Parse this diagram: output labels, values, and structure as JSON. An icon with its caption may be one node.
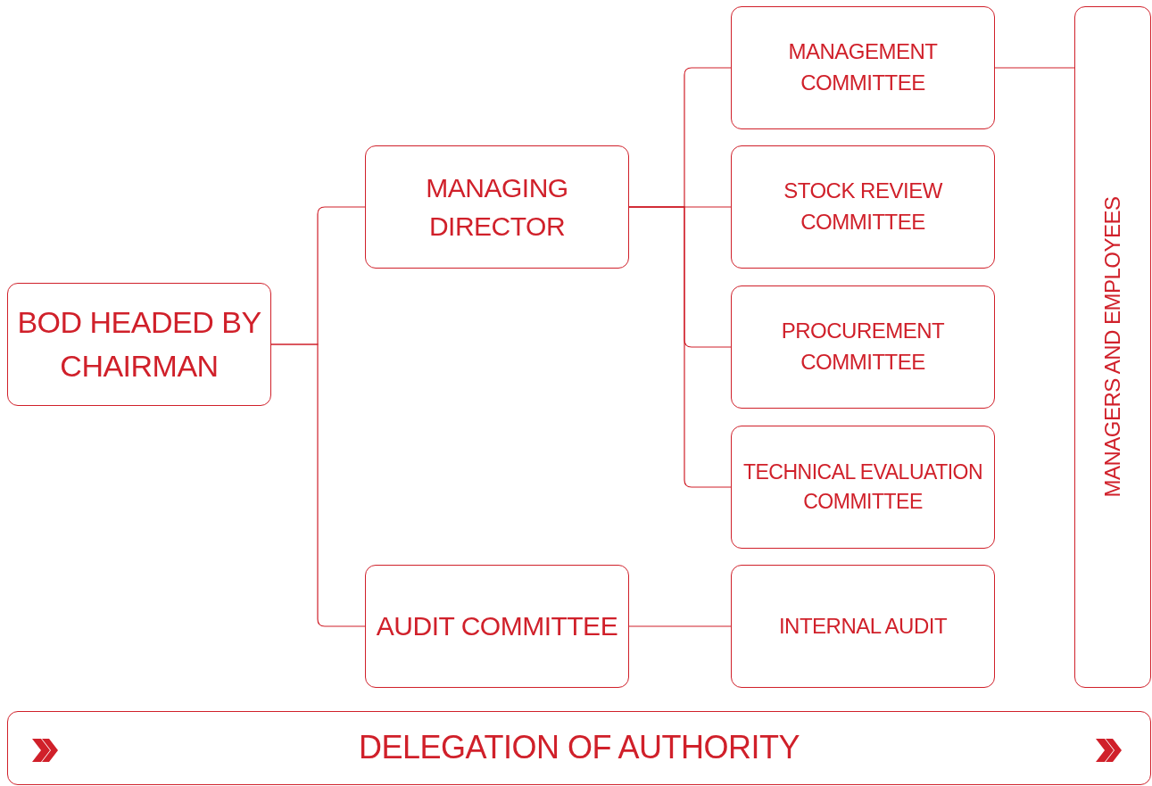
{
  "diagram": {
    "nodes": [
      {
        "text": [
          "BOD HEADED BY CHAIRMAN"
        ]
      },
      {
        "text": [
          "MANAGING DIRECTOR"
        ]
      },
      {
        "text": [
          "AUDIT COMMITTEE"
        ]
      },
      {
        "text": [
          "MANAGEMENT COMMITTEE"
        ]
      },
      {
        "text": [
          "STOCK REVIEW COMMITTEE"
        ]
      },
      {
        "text": [
          "PROCUREMENT COMMITTEE"
        ]
      },
      {
        "text": [
          "TECHNICAL EVALUATION COMMITTEE"
        ]
      },
      {
        "text": [
          "INTERNAL AUDIT"
        ]
      },
      {
        "text": [
          "MANAGERS AND EMPLOYEES"
        ]
      },
      {
        "text": [
          "DELEGATION OF AUTHORITY"
        ]
      }
    ],
    "edges": [
      {
        "from": 0,
        "to": 1,
        "arrow": "none"
      },
      {
        "from": 0,
        "to": 2,
        "arrow": "none"
      },
      {
        "from": 1,
        "to": 3,
        "arrow": "none"
      },
      {
        "from": 1,
        "to": 4,
        "arrow": "none"
      },
      {
        "from": 1,
        "to": 5,
        "arrow": "none"
      },
      {
        "from": 1,
        "to": 6,
        "arrow": "none"
      },
      {
        "from": 2,
        "to": 7,
        "arrow": "none"
      },
      {
        "from": 3,
        "to": 8,
        "arrow": "none"
      }
    ]
  }
}
